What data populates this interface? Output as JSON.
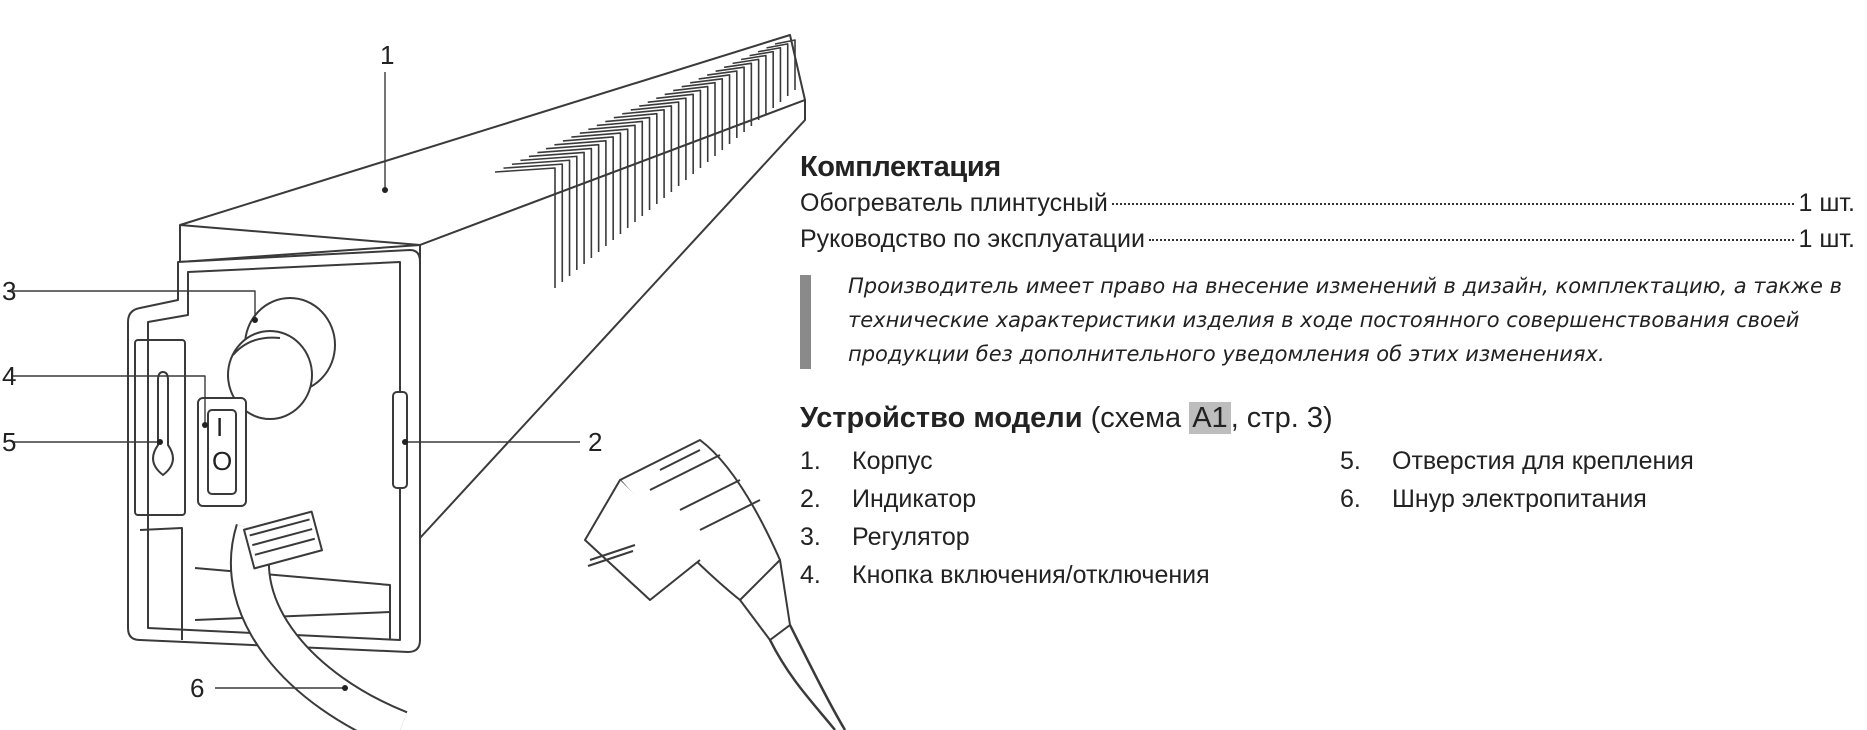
{
  "callouts": [
    "1",
    "2",
    "3",
    "4",
    "5",
    "6"
  ],
  "switch_marks": {
    "on": "I",
    "off": "O"
  },
  "package": {
    "title": "Комплектация",
    "items": [
      {
        "name": "Обогреватель плинтусный",
        "qty": "1 шт."
      },
      {
        "name": "Руководство по эксплуатации",
        "qty": "1 шт."
      }
    ]
  },
  "note": "Производитель имеет право на внесение изменений в дизайн, комплектацию, а также в технические характеристики изделия в ходе постоянного совершенствования своей продукции без дополнительного уведомления об этих изменениях.",
  "device": {
    "title": "Устройство модели",
    "ref_prefix": "(схема ",
    "ref_highlight": "А1",
    "ref_suffix": ", стр. 3)",
    "parts_left": [
      {
        "num": "1.",
        "label": "Корпус"
      },
      {
        "num": "2.",
        "label": "Индикатор"
      },
      {
        "num": "3.",
        "label": "Регулятор"
      },
      {
        "num": "4.",
        "label": "Кнопка включения/отключения"
      }
    ],
    "parts_right": [
      {
        "num": "5.",
        "label": "Отверстия для крепления"
      },
      {
        "num": "6.",
        "label": "Шнур электропитания"
      }
    ]
  }
}
